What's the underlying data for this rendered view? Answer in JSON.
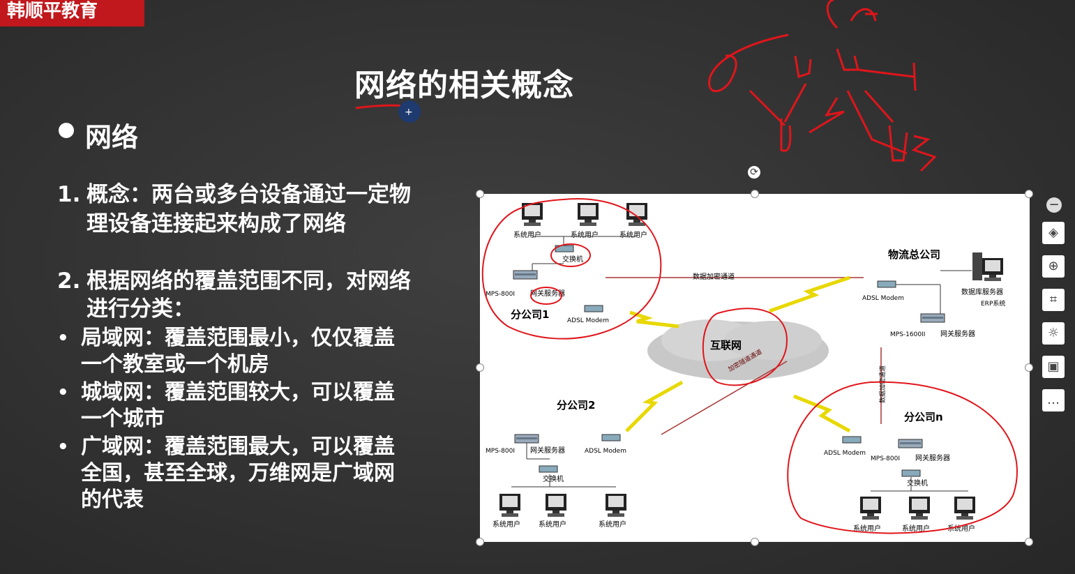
{
  "brand": "韩顺平教育",
  "title": "网络的相关概念",
  "heading": "网络",
  "points": [
    {
      "num": "1.",
      "lines": [
        "概念：两台或多台设备通过一定物",
        "理设备连接起来构成了网络"
      ]
    },
    {
      "num": "2.",
      "lines": [
        "根据网络的覆盖范围不同，对网络",
        "进行分类："
      ]
    }
  ],
  "subpoints": [
    {
      "lines": [
        "局域网：覆盖范围最小，仅仅覆盖",
        "一个教室或一个机房"
      ]
    },
    {
      "lines": [
        "城域网：覆盖范围较大，可以覆盖",
        "一个城市"
      ]
    },
    {
      "lines": [
        "广域网：覆盖范围最大，可以覆盖",
        "全国，甚至全球，万维网是广域网",
        "的代表"
      ]
    }
  ],
  "diagram": {
    "branch1": "分公司1",
    "branch2": "分公司2",
    "branchn": "分公司n",
    "hq": "物流总公司",
    "internet": "互联网",
    "user": "系统用户",
    "switch": "交换机",
    "gateway": "网关服务器",
    "mps800": "MPS-800I",
    "mps1600": "MPS-1600II",
    "adsl": "ADSL Modem",
    "db": "数据库服务器",
    "erp": "ERP系统",
    "tunnel1": "数据加密通道",
    "tunnel2": "加密隧道通道",
    "tunnel3": "数据加密通道"
  },
  "sidebar": {
    "minus_icon": "minus-icon",
    "icons": [
      "layers-icon",
      "zoom-icon",
      "crop-icon",
      "idea-icon",
      "picture-icon",
      "more-icon"
    ]
  },
  "colors": {
    "brand": "#c0181c",
    "ink": "#e0151b",
    "background": "#333333"
  }
}
